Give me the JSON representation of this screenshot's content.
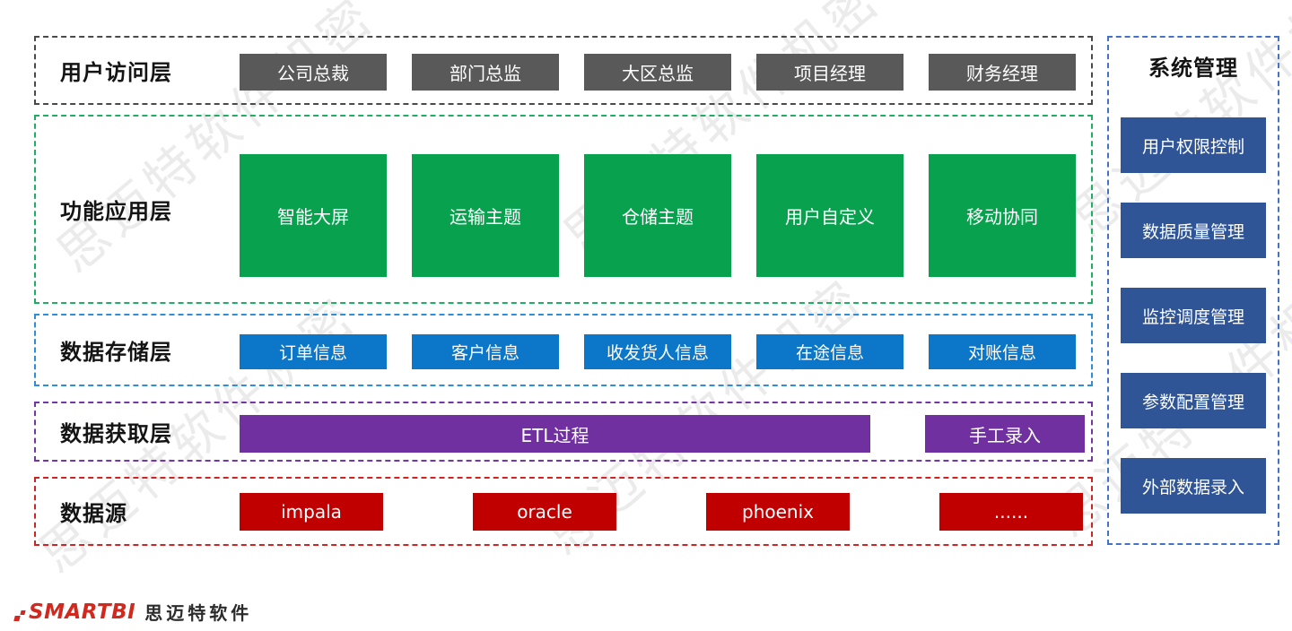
{
  "watermark": {
    "text": "思迈特软件机密",
    "color": "#ebebeb"
  },
  "layers": [
    {
      "id": "user-access",
      "label": "用户访问层",
      "border_color": "#4a4a4a",
      "box_color": "#595959",
      "items": [
        "公司总裁",
        "部门总监",
        "大区总监",
        "项目经理",
        "财务经理"
      ]
    },
    {
      "id": "function-app",
      "label": "功能应用层",
      "border_color": "#1fae63",
      "box_color": "#08a24e",
      "items": [
        "智能大屏",
        "运输主题",
        "仓储主题",
        "用户自定义",
        "移动协同"
      ]
    },
    {
      "id": "data-storage",
      "label": "数据存储层",
      "border_color": "#2e8fd8",
      "box_color": "#0c76c8",
      "items": [
        "订单信息",
        "客户信息",
        "收发货人信息",
        "在途信息",
        "对账信息"
      ]
    },
    {
      "id": "data-acquisition",
      "label": "数据获取层",
      "border_color": "#7436a4",
      "box_color": "#7030a0",
      "items": [
        "ETL过程",
        "手工录入"
      ]
    },
    {
      "id": "data-source",
      "label": "数据源",
      "border_color": "#d02422",
      "box_color": "#c00000",
      "items": [
        "impala",
        "oracle",
        "phoenix",
        "......"
      ]
    }
  ],
  "sidebar": {
    "title": "系统管理",
    "border_color": "#4472c4",
    "box_color": "#2f5597",
    "items": [
      "用户权限控制",
      "数据质量管理",
      "监控调度管理",
      "参数配置管理",
      "外部数据录入"
    ]
  },
  "logo": {
    "brand": "SMARTBI",
    "company": "思迈特软件",
    "brand_color": "#d3281e"
  }
}
